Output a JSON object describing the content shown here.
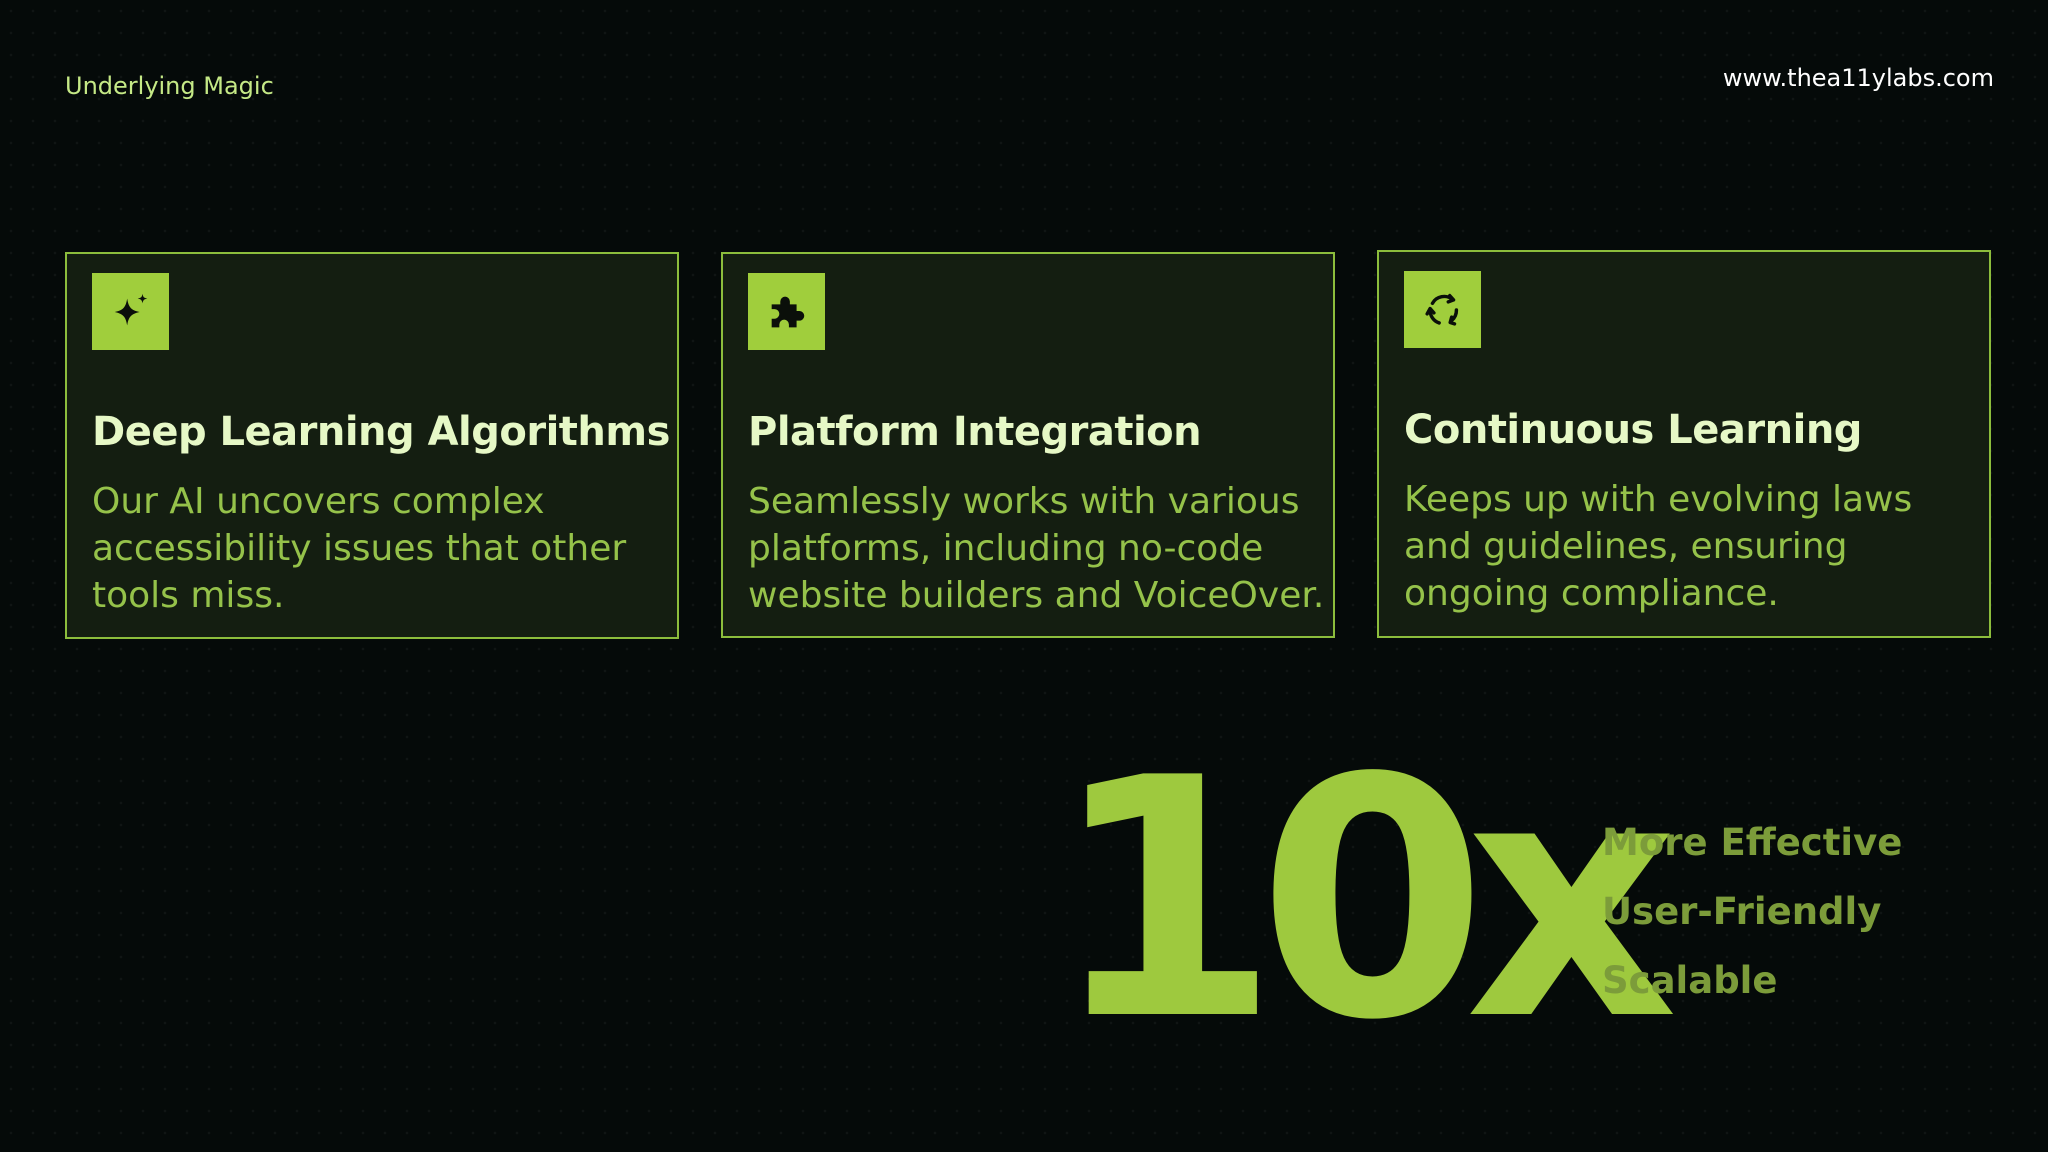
{
  "header": {
    "section_label": "Underlying Magic",
    "website": "www.thea11ylabs.com"
  },
  "cards": [
    {
      "icon": "sparkle-icon",
      "title": "Deep Learning Algorithms",
      "description": "Our AI uncovers complex accessibility issues that other tools miss."
    },
    {
      "icon": "puzzle-piece-icon",
      "title": "Platform Integration",
      "description": "Seamlessly works with various platforms, including no-code website builders and VoiceOver."
    },
    {
      "icon": "refresh-cycle-icon",
      "title": "Continuous Learning",
      "description": "Keeps up with evolving laws and guidelines, ensuring ongoing compliance."
    }
  ],
  "stat": {
    "value": "10x",
    "qualities": [
      "More Effective",
      "User-Friendly",
      "Scalable"
    ]
  },
  "colors": {
    "background": "#050a09",
    "accent": "#9ec93e",
    "card_background": "#141e11",
    "card_border": "#8cbd3c"
  }
}
